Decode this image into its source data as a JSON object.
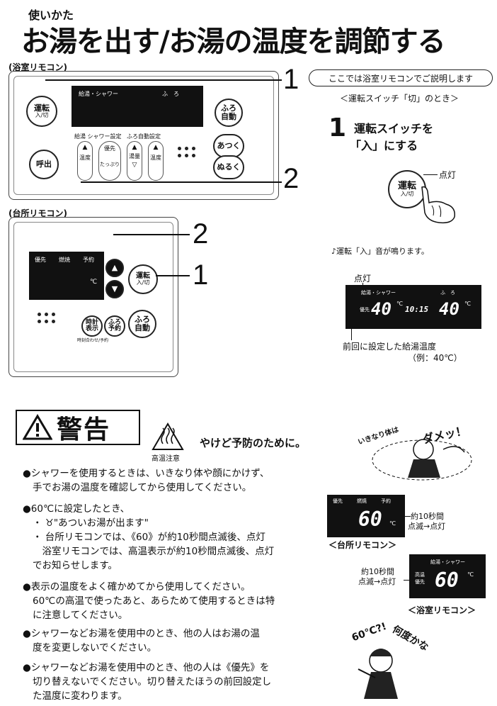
{
  "header": {
    "kicker": "使いかた",
    "title": "お湯を出す/お湯の温度を調節する"
  },
  "bathroom_remote": {
    "section_label": "(浴室リモコン)",
    "lcd_left": "給湯・シャワー",
    "lcd_right": "ふ　ろ",
    "power_button": {
      "line1": "運転",
      "line2": "入/切"
    },
    "call_button": "呼出",
    "furo_auto_button": {
      "line1": "ふろ",
      "line2": "自動"
    },
    "hotter_button": "あつく",
    "cooler_button": "ぬるく",
    "group1_label": "給湯 シャワー設定",
    "group2_label": "ふろ自動設定",
    "temp_label": "温度",
    "priority_label": "優先",
    "plenty_label": "たっぷり",
    "volume_label": "湯量",
    "temp_label2": "温度"
  },
  "kitchen_remote": {
    "section_label": "(台所リモコン)",
    "lcd_labels": [
      "優先",
      "燃焼",
      "予約"
    ],
    "lcd_unit": "℃",
    "power_button": {
      "line1": "運転",
      "line2": "入/切"
    },
    "clock_button": {
      "line1": "時計",
      "line2": "表示"
    },
    "clock_sub": "時刻合わせ/予約",
    "furo_reserve_button": {
      "line1": "ふろ",
      "line2": "予約"
    },
    "furo_auto_button": {
      "line1": "ふろ",
      "line2": "自動"
    }
  },
  "callouts": {
    "one": "1",
    "two": "2"
  },
  "instructions": {
    "note_bubble": "ここでは浴室リモコンでご説明します",
    "condition": "＜運転スイッチ「切」のとき＞",
    "step_number": "1",
    "step_line1": "運転スイッチを",
    "step_line2": "「入」にする",
    "lit_label": "点灯",
    "sound_note": "♪運転「入」音が鳴ります。",
    "lcd_lit_label": "点灯",
    "lcd_shower": "給湯・シャワー",
    "lcd_furo": "ふ　ろ",
    "lcd_priority": "優先",
    "lcd_temp_left": "40",
    "lcd_time": "10:15",
    "lcd_temp_right": "40",
    "lcd_unit": "℃",
    "lcd_caption1": "前回に設定した給湯温度",
    "lcd_caption2": "（例：40℃）"
  },
  "warning": {
    "title": "警告",
    "hazard_caption": "高温注意",
    "headline": "やけど予防のために。",
    "bullets": [
      [
        "シャワーを使用するときは、いきなり体や顔にかけず、",
        "手でお湯の温度を確認してから使用してください。"
      ],
      [
        "60℃に設定したとき、",
        "・ ♉\"あついお湯が出ます\"",
        "・ 台所リモコンでは、《60》が約10秒間点滅後、点灯",
        "　浴室リモコンでは、高温表示が約10秒間点滅後、点灯",
        "でお知らせします。"
      ],
      [
        "表示の温度をよく確かめてから使用してください。",
        "60℃の高温で使ったあと、あらためて使用するときは特",
        "に注意してください。"
      ],
      [
        "シャワーなどお湯を使用中のとき、他の人はお湯の温",
        "度を変更しないでください。"
      ],
      [
        "シャワーなどお湯を使用中のとき、他の人は《優先》を",
        "切り替えないでください。切り替えたほうの前回設定し",
        "た温度に変わります。"
      ]
    ]
  },
  "illustrations": {
    "cartoon1_text1": "いきなり体は",
    "cartoon1_text2": "ダメッ！",
    "kitchen_lcd_labels": [
      "優先",
      "燃焼",
      "予約"
    ],
    "kitchen_lcd_temp": "60",
    "kitchen_lcd_unit": "℃",
    "kitchen_note1": "約10秒間",
    "kitchen_note2": "点滅→点灯",
    "kitchen_caption": "＜台所リモコン＞",
    "bath_lcd_label": "給湯・シャワー",
    "bath_lcd_high": "高温",
    "bath_lcd_priority": "優先",
    "bath_lcd_temp": "60",
    "bath_lcd_unit": "℃",
    "bath_note1": "約10秒間",
    "bath_note2": "点滅→点灯",
    "bath_caption": "＜浴室リモコン＞",
    "cartoon2_text1": "60℃?!",
    "cartoon2_text2": "何度かな"
  }
}
